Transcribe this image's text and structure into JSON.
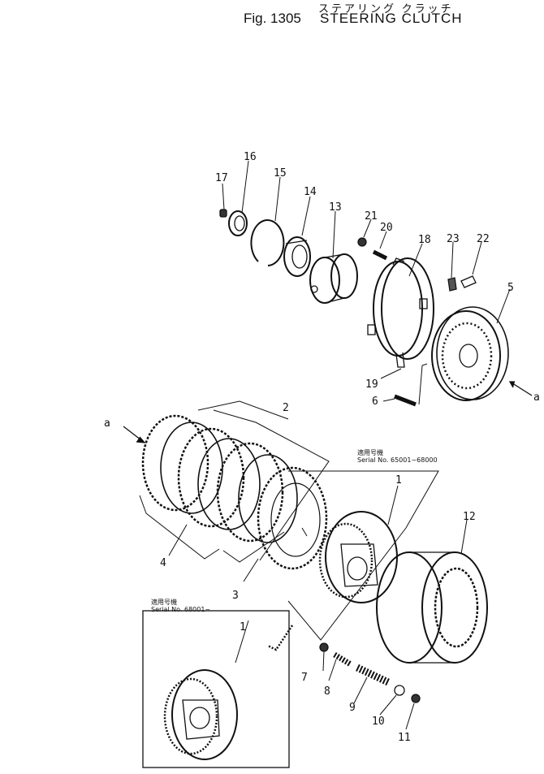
{
  "header": {
    "japanese_title": "ステアリング クラッチ",
    "figure_number": "Fig. 1305",
    "title": "STEERING CLUTCH"
  },
  "serial_notes": [
    {
      "jp": "適用号機",
      "text": "Serial No. 65001~68000"
    },
    {
      "jp": "適用号機",
      "text": "Serial No. 68001~"
    }
  ],
  "arrow_label": "a",
  "callouts": [
    "1",
    "1",
    "2",
    "3",
    "4",
    "5",
    "6",
    "7",
    "8",
    "9",
    "10",
    "11",
    "12",
    "13",
    "14",
    "15",
    "16",
    "17",
    "18",
    "19",
    "20",
    "21",
    "22",
    "23"
  ]
}
